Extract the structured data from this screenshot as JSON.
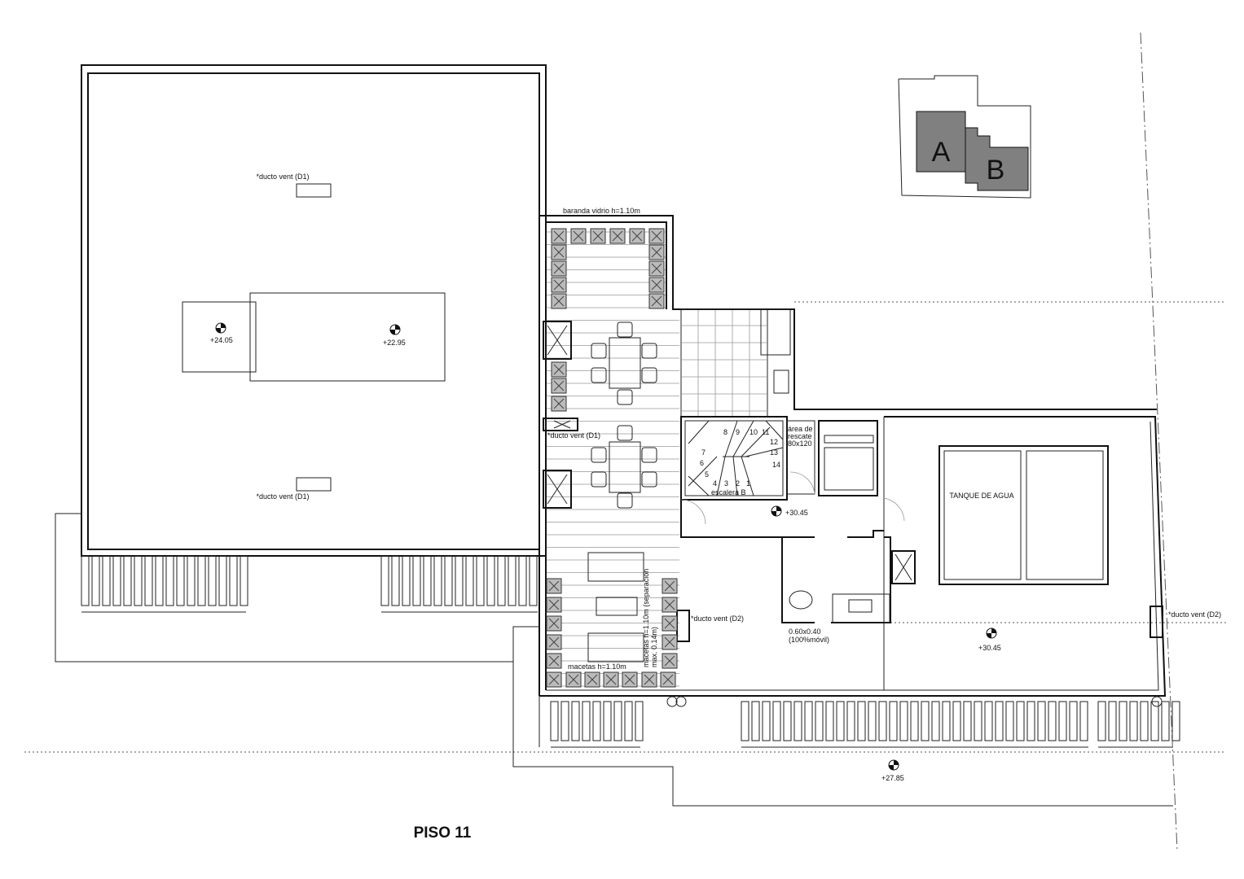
{
  "plan": {
    "title": "PISO 11",
    "colors": {
      "wall": "#111111",
      "key_block": "#808080"
    },
    "key_map": {
      "block_a": "A",
      "block_b": "B"
    },
    "labels": {
      "ducto_d1_top": "*ducto vent (D1)",
      "ducto_d1_bottom": "*ducto vent (D1)",
      "ducto_d1_terrace": "*ducto vent (D1)",
      "ducto_d2_terrace": "*ducto vent (D2)",
      "ducto_d2_right": "*ducto vent (D2)",
      "baranda": "baranda vidrio h=1.10m",
      "rescate_1": "área de",
      "rescate_2": "rescate",
      "rescate_3": "80x120",
      "escalera": "escalera B",
      "tanque": "TANQUE DE AGUA",
      "window_1": "0.60x0.40",
      "window_2": "(100%móvil)",
      "macetas": "macetas h=1.10m",
      "macetas_vertical_1": "macetas h=1.10m (separación",
      "macetas_vertical_2": "max. 0.14m)"
    },
    "levels": {
      "roof_a": "+24.05",
      "roof_b": "+22.95",
      "hall": "+30.45",
      "terrace_right": "+30.45",
      "lower": "+27.85"
    },
    "stair_steps": [
      "1",
      "2",
      "3",
      "4",
      "5",
      "6",
      "7",
      "8",
      "9",
      "10",
      "11",
      "12",
      "13",
      "14"
    ]
  }
}
